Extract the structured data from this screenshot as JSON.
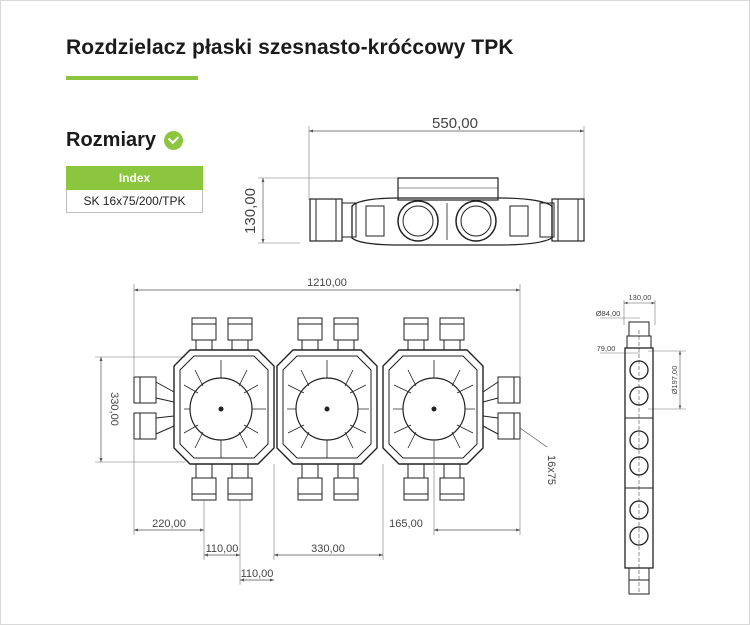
{
  "title": "Rozdzielacz płaski szesnasto-króćcowy TPK",
  "section": {
    "label": "Rozmiary",
    "icon": "check-circle-icon"
  },
  "index_table": {
    "header": "Index",
    "rows": [
      "SK 16x75/200/TPK"
    ]
  },
  "colors": {
    "accent": "#8cc63f"
  },
  "drawing": {
    "top_view": {
      "width_dim": "550,00",
      "height_dim": "130,00"
    },
    "plan_view": {
      "overall_width": "1210,00",
      "height": "330,00",
      "bottom_dims": [
        "220,00",
        "110,00",
        "330,00",
        "110,00",
        "165,00"
      ],
      "pipe_label": "16x75"
    },
    "side_view": {
      "top_dim": "130,00",
      "dims": [
        "Ø84,00",
        "79,00",
        "Ø197,00"
      ]
    }
  }
}
